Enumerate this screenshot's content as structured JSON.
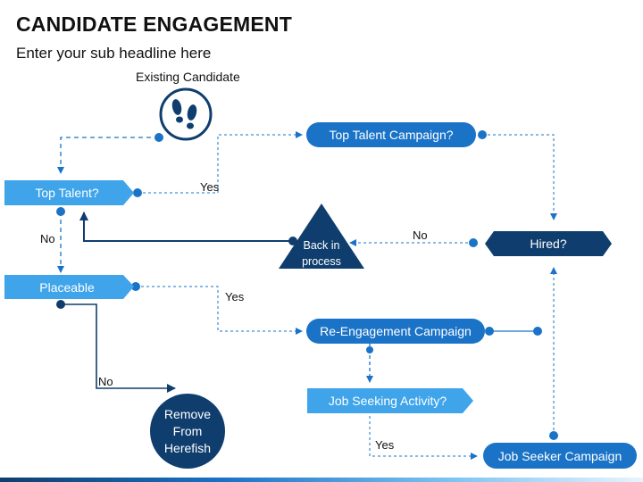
{
  "header": {
    "title": "CANDIDATE ENGAGEMENT",
    "subtitle": "Enter your sub headline here"
  },
  "nodes": {
    "existing_candidate": "Existing Candidate",
    "top_talent": "Top Talent?",
    "top_talent_campaign": "Top Talent Campaign?",
    "hired": "Hired?",
    "back_in_process_line1": "Back in",
    "back_in_process_line2": "process",
    "placeable": "Placeable",
    "re_engagement_campaign": "Re-Engagement Campaign",
    "job_seeking_activity": "Job Seeking Activity?",
    "job_seeker_campaign": "Job Seeker Campaign",
    "remove_line1": "Remove",
    "remove_line2": "From",
    "remove_line3": "Herefish"
  },
  "edge_labels": {
    "yes_top_talent": "Yes",
    "no_top_talent": "No",
    "no_hired": "No",
    "yes_placeable": "Yes",
    "no_placeable": "No",
    "yes_job_seeking": "Yes"
  },
  "icons": {
    "existing_candidate": "footprints-icon"
  },
  "colors": {
    "primary_blue": "#1a73c7",
    "light_blue": "#3fa4ea",
    "dark_navy": "#0f3e6e",
    "connector": "#1a73c7"
  }
}
